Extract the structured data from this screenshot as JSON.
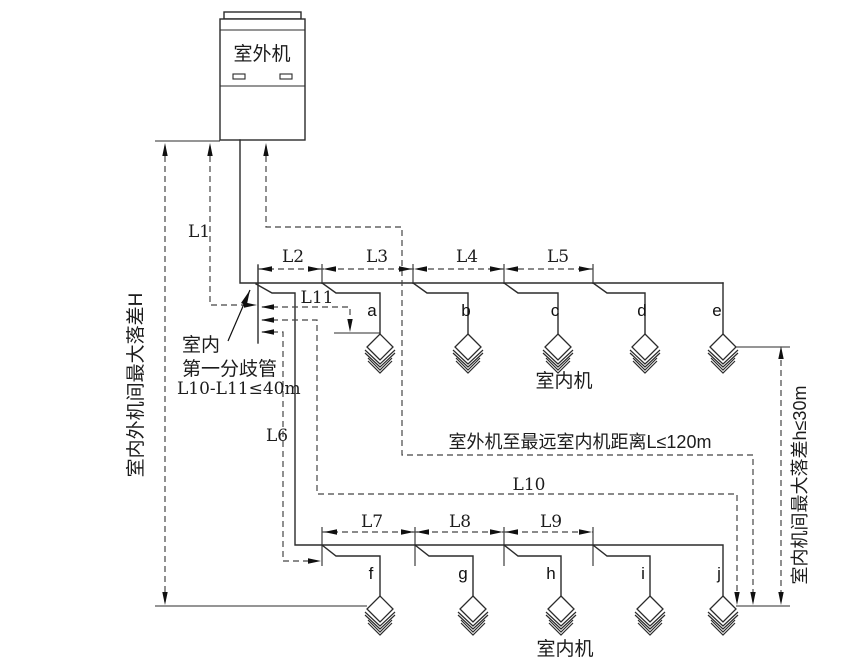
{
  "outdoor_unit": {
    "label": "室外机"
  },
  "indoor_top": {
    "caption": "室内机",
    "units": [
      "a",
      "b",
      "c",
      "d",
      "e"
    ]
  },
  "indoor_bottom": {
    "caption": "室内机",
    "units": [
      "f",
      "g",
      "h",
      "i",
      "j"
    ]
  },
  "dims": {
    "l1": "L1",
    "l2": "L2",
    "l3": "L3",
    "l4": "L4",
    "l5": "L5",
    "l6": "L6",
    "l7": "L7",
    "l8": "L8",
    "l9": "L9",
    "l10": "L10",
    "l11": "L11"
  },
  "callout": {
    "line1": "室内",
    "line2": "第一分歧管"
  },
  "constraints": {
    "branch_diff": "L10-L11≤40m",
    "total_length": "室外机至最远室内机距离L≤120m",
    "height_outdoor_indoor": "室内外机间最大落差H",
    "height_indoor_indoor": "室内机间最大落差h≤30m"
  },
  "colors": {
    "line": "#2b2b2b",
    "background": "#ffffff"
  }
}
